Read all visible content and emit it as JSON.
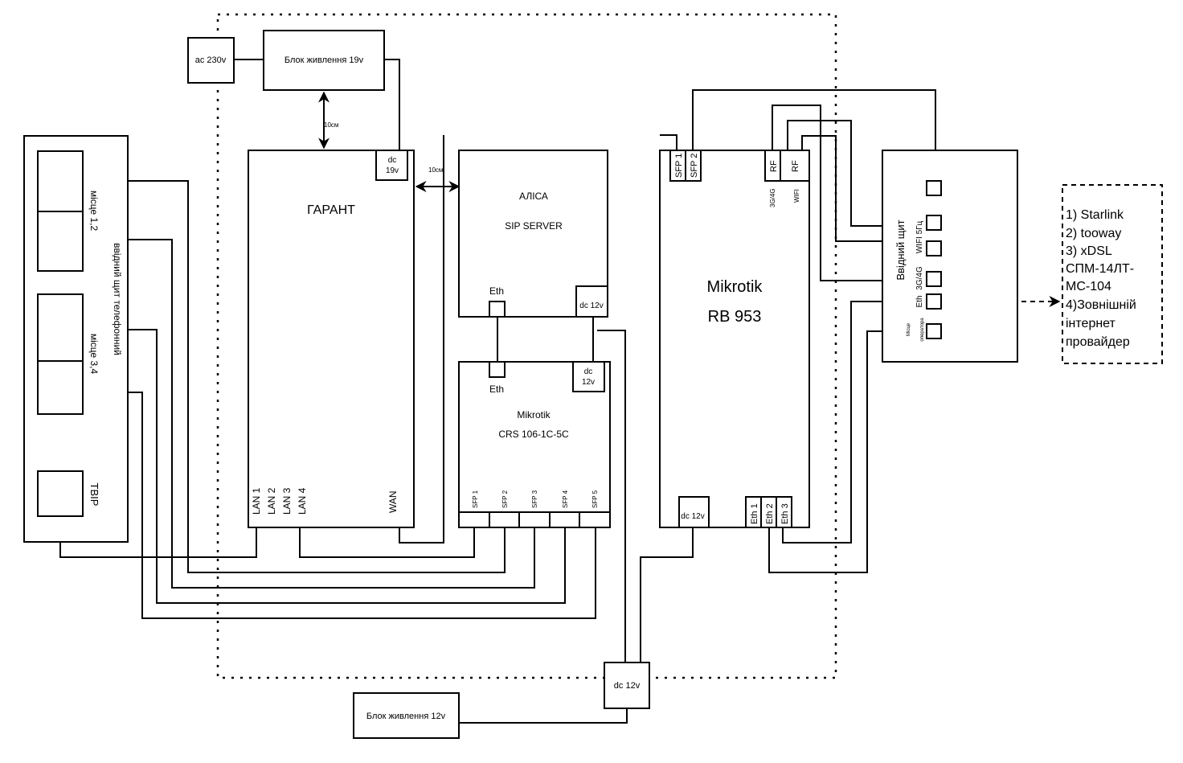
{
  "diagram": {
    "ac_source": "ac 230v",
    "psu19": "Блок живлення 19v",
    "dist1": "10см",
    "dist2": "10см",
    "garant": {
      "title": "ГАРАНТ",
      "dc_line1": "dc",
      "dc_line2": "19v",
      "lan_ports": [
        "LAN 1",
        "LAN 2",
        "LAN 3",
        "LAN 4"
      ],
      "wan": "WAN"
    },
    "alisa": {
      "title": "АЛІСА",
      "subtitle": "SIP SERVER",
      "eth": "Eth",
      "dc": "dc 12v"
    },
    "crs": {
      "title": "Mikrotik",
      "model": "CRS 106-1C-5C",
      "eth": "Eth",
      "dc_line1": "dc",
      "dc_line2": "12v",
      "sfp_ports": [
        "SFP 1",
        "SFP 2",
        "SFP 3",
        "SFP 4",
        "SFP 5"
      ]
    },
    "rb953": {
      "title": "Mikrotik",
      "model": "RB 953",
      "sfp_ports": [
        "SFP 1",
        "SFP 2"
      ],
      "rf_ports": [
        "RF",
        "RF"
      ],
      "rf_labels": [
        "3G/4G",
        "WIFI"
      ],
      "dc": "dc 12v",
      "eth_ports": [
        "Eth 1",
        "Eth 2",
        "Eth 3"
      ]
    },
    "phone_panel": {
      "title": "ввідний щит телефонний",
      "place12": "місце 1,2",
      "place34": "місце 3,4",
      "tvip": "ТВІР"
    },
    "entry_panel": {
      "title": "Ввідний щит",
      "labels": [
        "WIFI 5Гц",
        "3G/4G",
        "Eth",
        "Місце",
        "оператора"
      ]
    },
    "providers": [
      "1) Starlink",
      "2) tooway",
      "3) xDSL",
      " СПМ-14ЛТ-",
      "МС-104",
      "4)Зовнішній",
      "інтернет",
      "провайдер"
    ],
    "dc12_hub": "dc 12v",
    "psu12": "Блок живлення 12v"
  }
}
